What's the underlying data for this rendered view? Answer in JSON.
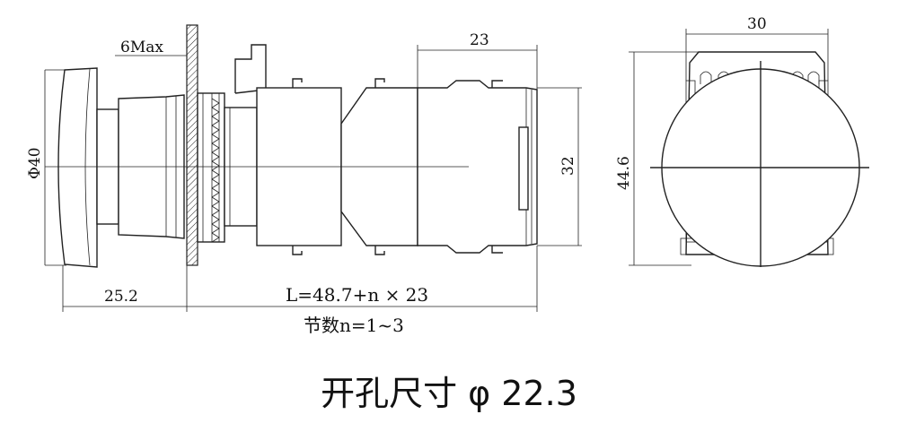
{
  "labels": {
    "max_thickness": "6Max",
    "diameter": "Φ40",
    "width_front": "23",
    "height_body": "32",
    "width_side": "30",
    "height_side": "44.6",
    "left_length": "25.2",
    "length_formula": "L=48.7+n × 23",
    "sections": "节数n=1~3"
  },
  "title": "开孔尺寸 φ 22.3"
}
